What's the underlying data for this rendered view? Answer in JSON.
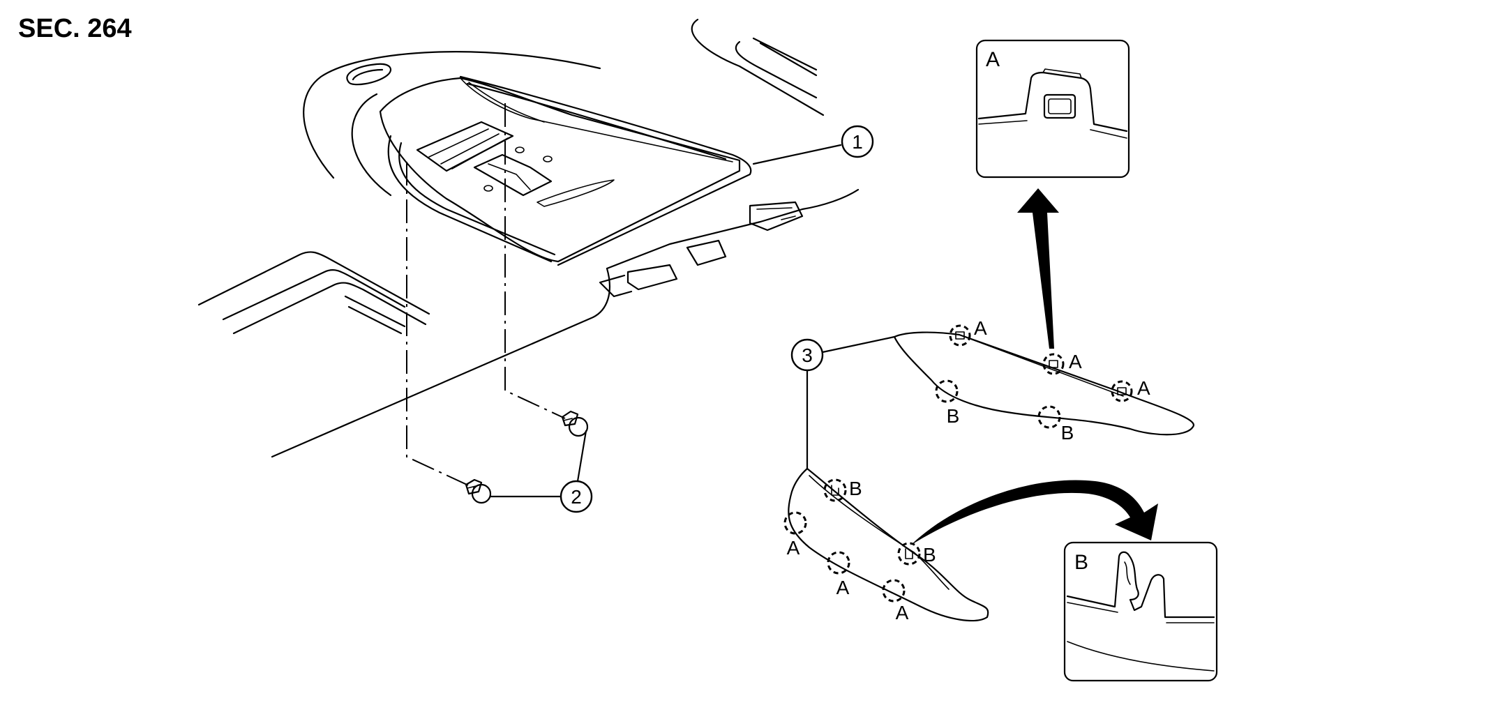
{
  "section": "SEC. 264",
  "callouts": [
    "1",
    "2",
    "3"
  ],
  "clip_labels": {
    "a": "A",
    "b": "B"
  },
  "detail_views": [
    {
      "label": "A"
    },
    {
      "label": "B"
    }
  ],
  "colors": {
    "line": "#000000",
    "background": "#ffffff"
  }
}
